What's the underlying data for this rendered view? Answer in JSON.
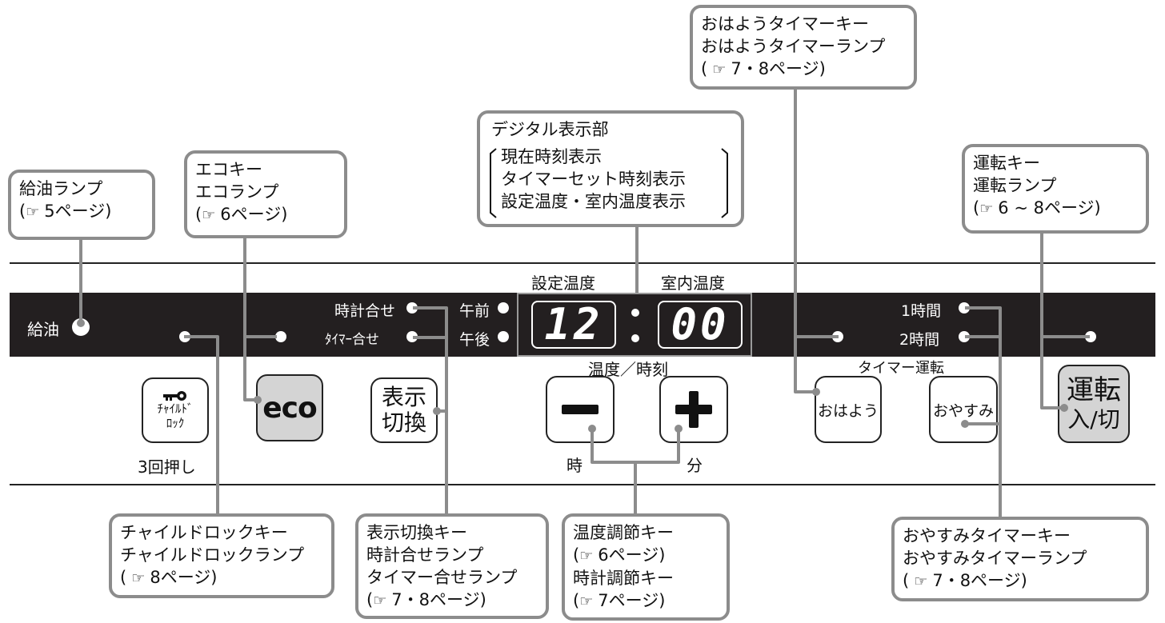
{
  "callouts": {
    "kyuyu": {
      "line1": "給油ランプ",
      "ref": "5ページ)"
    },
    "eco": {
      "line1": "エコキー",
      "line2": "エコランプ",
      "ref": "6ページ)"
    },
    "digital": {
      "title": "デジタル表示部",
      "line1": "現在時刻表示",
      "line2": "タイマーセット時刻表示",
      "line3": "設定温度・室内温度表示"
    },
    "ohayo": {
      "line1": "おはようタイマーキー",
      "line2": "おはようタイマーランプ",
      "ref": "7・8ページ)"
    },
    "unten": {
      "line1": "運転キー",
      "line2": "運転ランプ",
      "ref": "6 ~ 8ページ)"
    },
    "child": {
      "line1": "チャイルドロックキー",
      "line2": "チャイルドロックランプ",
      "ref": "8ページ)"
    },
    "hyoji": {
      "line1": "表示切換キー",
      "line2": "時計合せランプ",
      "line3": "タイマー合せランプ",
      "ref": "7・8ページ)"
    },
    "ondo": {
      "line1": "温度調節キー",
      "ref1": "6ページ)",
      "line2": "時計調節キー",
      "ref2": "7ページ)"
    },
    "oyasumi": {
      "line1": "おやすみタイマーキー",
      "line2": "おやすみタイマーランプ",
      "ref": "7・8ページ)"
    }
  },
  "panel": {
    "kyuyu_label": "給油",
    "tokei_awase": "時計合せ",
    "timer_awase": "ﾀｲﾏｰ合せ",
    "gozen": "午前",
    "gogo": "午後",
    "set_temp_label": "設定温度",
    "room_temp_label": "室内温度",
    "display_left": "12",
    "display_right": "00",
    "one_hour": "1時間",
    "two_hour": "2時間"
  },
  "keys": {
    "child_line1": "ﾁｬｲﾙﾄﾞ",
    "child_line2": "ﾛｯｸ",
    "child_sub": "3回押し",
    "eco": "eco",
    "hyoji_line1": "表示",
    "hyoji_line2": "切換",
    "temp_time_label": "温度／時刻",
    "minus": "−",
    "plus": "+",
    "hour": "時",
    "minute": "分",
    "timer_unten": "タイマー運転",
    "ohayo": "おはよう",
    "oyasumi": "おやすみ",
    "unten_line1": "運転",
    "unten_line2": "入/切"
  },
  "icons": {
    "reference": "pointing-hand-icon",
    "key": "key-icon"
  },
  "colors": {
    "callout_border": "#8c8c8c",
    "panel": "#231f20",
    "key_gray": "#d4d4d4"
  }
}
